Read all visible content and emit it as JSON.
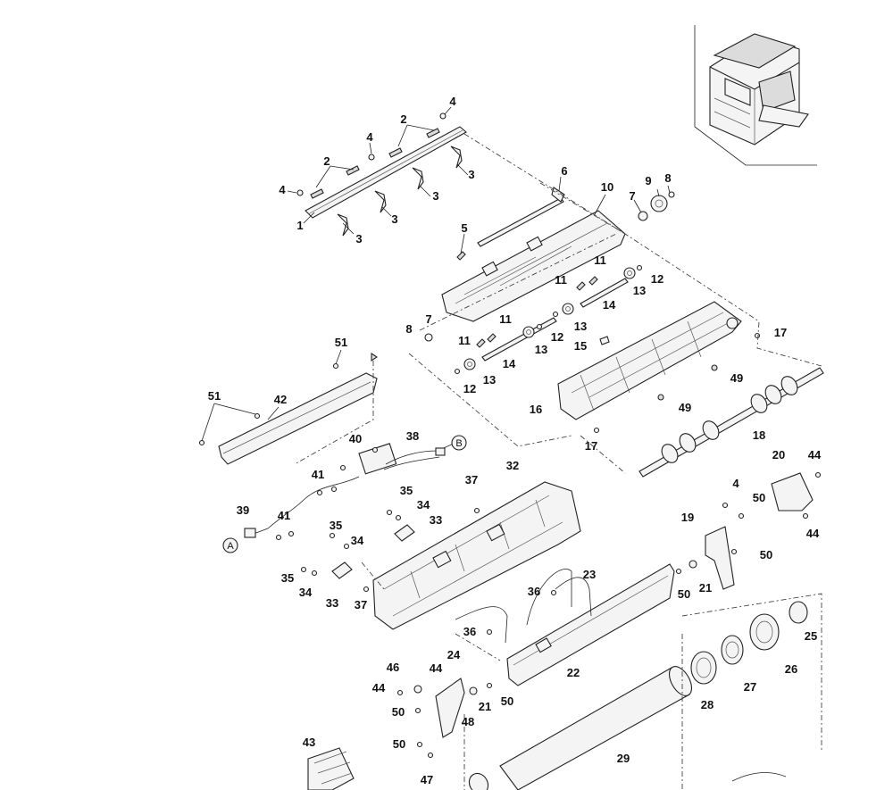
{
  "labels": [
    "1",
    "2",
    "3",
    "4",
    "5",
    "6",
    "7",
    "8",
    "9",
    "10",
    "11",
    "12",
    "13",
    "14",
    "15",
    "16",
    "17",
    "18",
    "19",
    "20",
    "21",
    "22",
    "23",
    "24",
    "25",
    "26",
    "27",
    "28",
    "29",
    "32",
    "33",
    "34",
    "35",
    "36",
    "37",
    "38",
    "39",
    "40",
    "41",
    "42",
    "43",
    "44",
    "46",
    "47",
    "48",
    "49",
    "50",
    "51"
  ],
  "refs": [
    "A",
    "B"
  ],
  "inset": {
    "label": "copier-overview-thumbnail"
  }
}
